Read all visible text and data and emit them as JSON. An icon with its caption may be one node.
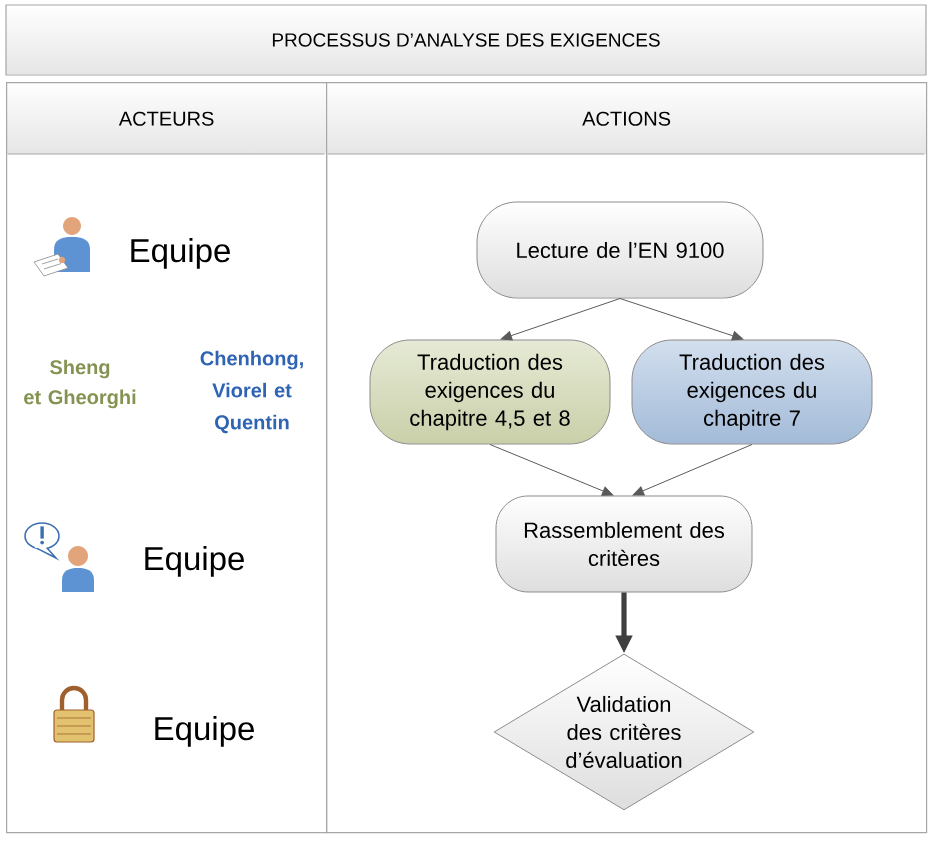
{
  "diagram": {
    "title": "PROCESSUS D’ANALYSE DES EXIGENCES",
    "nodes": [
      {
        "text": [
          "ACTEURS"
        ]
      },
      {
        "text": [
          "ACTIONS"
        ]
      },
      {
        "text": [
          "Lecture de l’EN 9100"
        ],
        "in": 1
      },
      {
        "text": [
          "Traduction des exigences du chapitre 4,5 et 8"
        ],
        "in": 1
      },
      {
        "text": [
          "Traduction des exigences du chapitre 7"
        ],
        "in": 1
      },
      {
        "text": [
          "Rassemblement des critères"
        ],
        "in": 1
      },
      {
        "text": [
          "Validation des critères d’évaluation"
        ],
        "in": 1
      }
    ],
    "edges": [
      {
        "from": 2,
        "to": 3,
        "arrow": "to"
      },
      {
        "from": 2,
        "to": 4,
        "arrow": "to"
      },
      {
        "from": 3,
        "to": 5,
        "arrow": "to"
      },
      {
        "from": 4,
        "to": 5,
        "arrow": "to"
      },
      {
        "from": 5,
        "to": 6,
        "arrow": "to",
        "style": "thick"
      }
    ],
    "labels": [
      "Equipe",
      "Sheng et Gheorghi",
      "Chenhong, Viorel et Quentin",
      "Equipe",
      "Equipe"
    ]
  }
}
